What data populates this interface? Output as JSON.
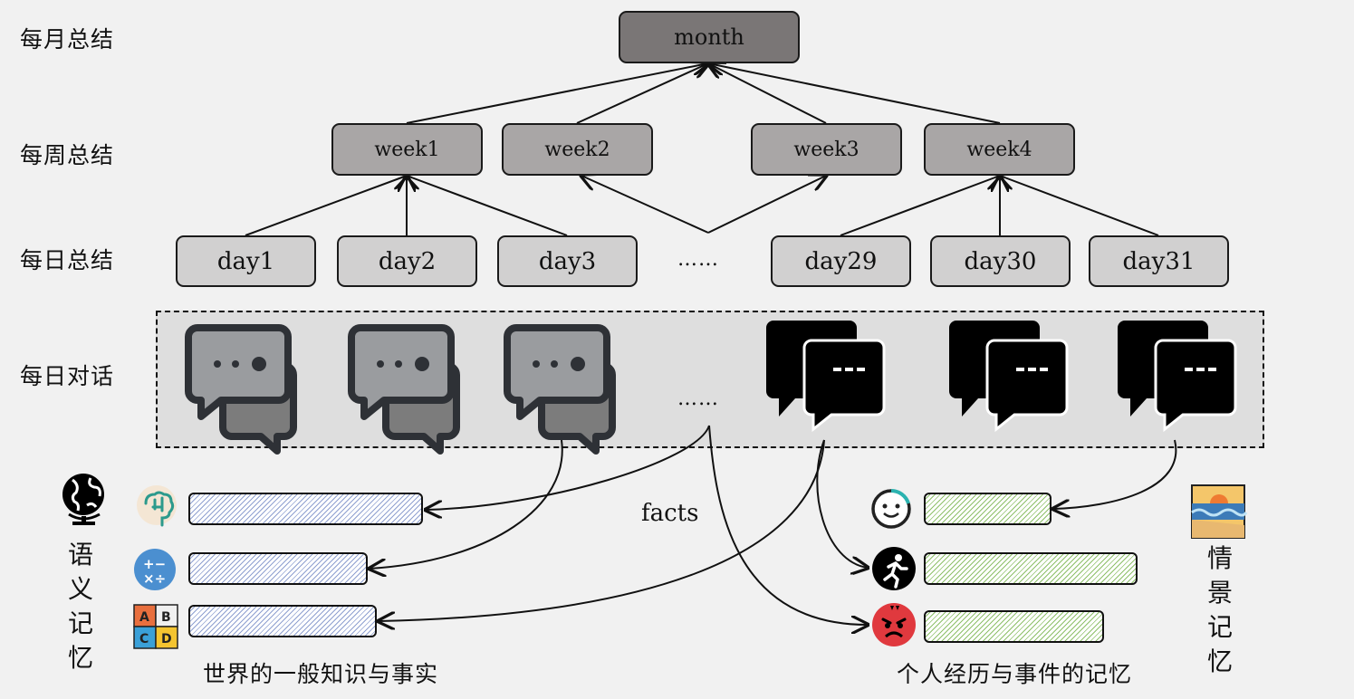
{
  "row_labels": {
    "month": "每月总结",
    "week": "每周总结",
    "day": "每日总结",
    "dialog": "每日对话"
  },
  "summary": {
    "month": "month",
    "weeks": [
      "week1",
      "week2",
      "week3",
      "week4"
    ],
    "days": [
      "day1",
      "day2",
      "day3",
      "day29",
      "day30",
      "day31"
    ],
    "ellipsis": "……"
  },
  "dialog": {
    "ellipsis": "……",
    "icons": [
      "chat-gray-icon",
      "chat-gray-icon",
      "chat-gray-icon",
      "chat-black-icon",
      "chat-black-icon",
      "chat-black-icon"
    ]
  },
  "facts_label": "facts",
  "semantic": {
    "title": "语义记忆",
    "caption": "世界的一般知识与事实",
    "icon": "globe-icon",
    "items": [
      {
        "icon": "brain-icon",
        "fill": 1.0
      },
      {
        "icon": "math-operators-icon",
        "fill": 0.8
      },
      {
        "icon": "abcd-puzzle-icon",
        "fill": 0.8
      }
    ],
    "bar_color": "#8fa0d0"
  },
  "episodic": {
    "title": "情景记忆",
    "caption": "个人经历与事件的记忆",
    "icon": "sunset-beach-icon",
    "items": [
      {
        "icon": "smile-face-icon",
        "fill": 0.6
      },
      {
        "icon": "running-person-icon",
        "fill": 1.0
      },
      {
        "icon": "angry-face-icon",
        "fill": 0.85
      }
    ],
    "bar_color": "#8ec06a"
  },
  "colors": {
    "month_node": "#7a7676",
    "week_node": "#a9a6a6",
    "day_node": "#d1d0d0",
    "dialog_area": "#dedede"
  }
}
